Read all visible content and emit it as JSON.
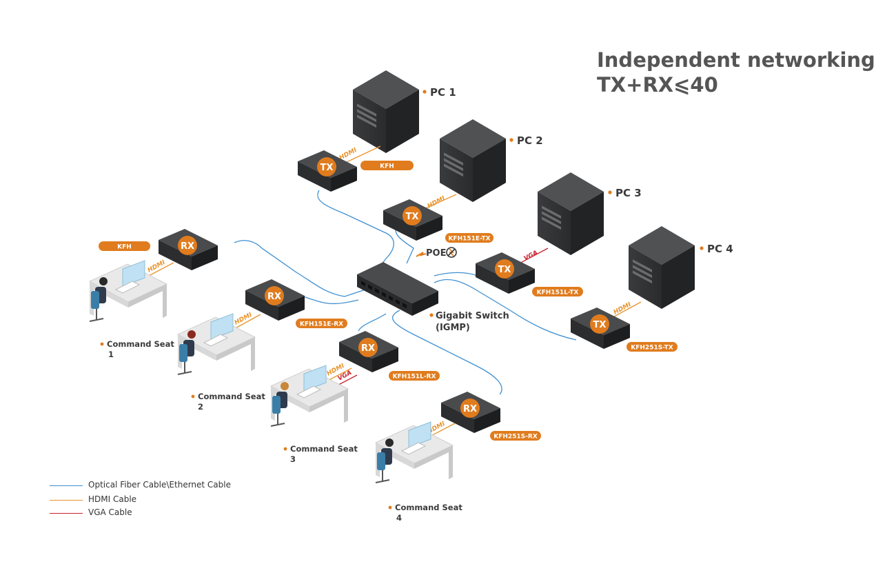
{
  "title": {
    "line1": "Independent networking",
    "line2": "TX+RX⩽40"
  },
  "colors": {
    "fiber": "#3d8fd1",
    "hdmi": "#e8932a",
    "vga": "#c8202a",
    "orange": "#e07c1e",
    "device": "#2b2b2b",
    "tower": "#2e2f31"
  },
  "pcs": [
    {
      "label": "PC 1"
    },
    {
      "label": "PC 2"
    },
    {
      "label": "PC 3"
    },
    {
      "label": "PC 4"
    }
  ],
  "transmitters": [
    {
      "badge": "TX",
      "model": "KFH",
      "cable": "HDMI"
    },
    {
      "badge": "TX",
      "model": "KFH151E-TX",
      "cable": "HDMI"
    },
    {
      "badge": "TX",
      "model": "KFH151L-TX",
      "cable": "VGA"
    },
    {
      "badge": "TX",
      "model": "KFH251S-TX",
      "cable": "HDMI"
    }
  ],
  "receivers": [
    {
      "badge": "RX",
      "model": "KFH",
      "cable": "HDMI"
    },
    {
      "badge": "RX",
      "model": "KFH151E-RX",
      "cable": "HDMI"
    },
    {
      "badge": "RX",
      "model": "KFH151L-RX",
      "cable": "HDMI",
      "cable2": "VGA"
    },
    {
      "badge": "RX",
      "model": "KFH251S-RX",
      "cable": "HDMI"
    }
  ],
  "switch": {
    "poe": "POE",
    "label_line1": "Gigabit Switch",
    "label_line2": "(IGMP)"
  },
  "seats": [
    {
      "line1": "Command Seat",
      "line2": "1"
    },
    {
      "line1": "Command Seat",
      "line2": "2"
    },
    {
      "line1": "Command Seat",
      "line2": "3"
    },
    {
      "line1": "Command Seat",
      "line2": "4"
    }
  ],
  "legend": [
    {
      "label": "Optical Fiber Cable\\Ethernet Cable",
      "color": "#3d8fd1"
    },
    {
      "label": "HDMI Cable",
      "color": "#e8932a"
    },
    {
      "label": "VGA Cable",
      "color": "#c8202a"
    }
  ]
}
